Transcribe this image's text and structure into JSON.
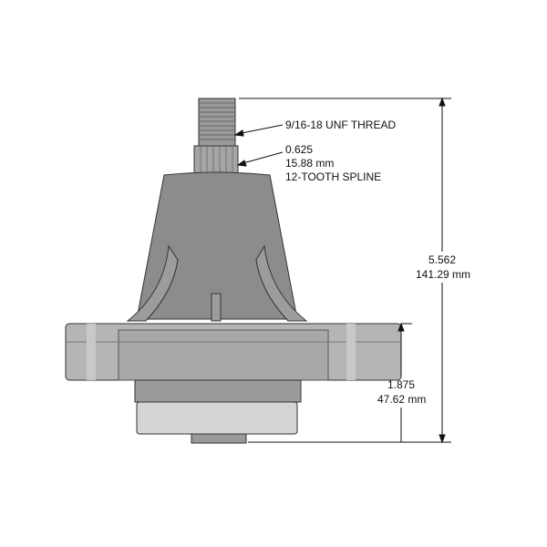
{
  "callouts": {
    "thread": "9/16-18 UNF THREAD",
    "spline_in": "0.625",
    "spline_mm": "15.88 mm",
    "spline_desc": "12-TOOTH SPLINE"
  },
  "dimensions": {
    "overall_in": "5.562",
    "overall_mm": "141.29 mm",
    "lower_in": "1.875",
    "lower_mm": "47.62 mm"
  },
  "colors": {
    "body": "#8c8c8c",
    "flange": "#b5b5b5",
    "line": "#111111"
  }
}
